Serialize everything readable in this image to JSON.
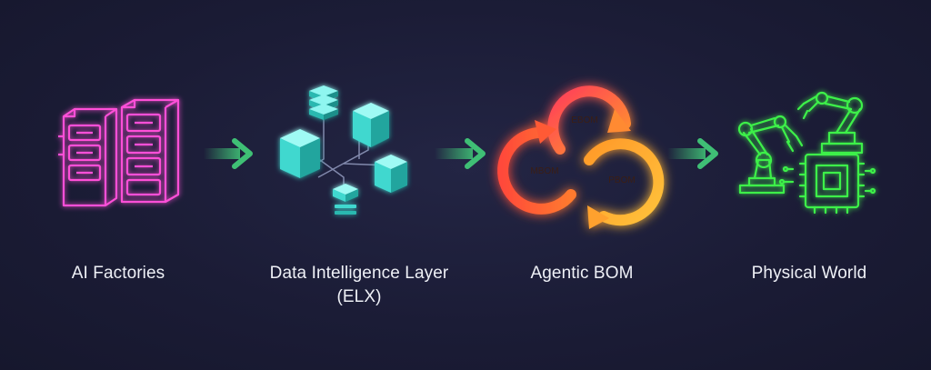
{
  "stages": [
    {
      "label": "AI Factories",
      "icon": "server-rack-icon",
      "color": "#ff4fd8"
    },
    {
      "label": "Data Intelligence Layer (ELX)",
      "label_line1": "Data Intelligence Layer",
      "label_line2": "(ELX)",
      "icon": "data-cubes-icon",
      "color": "#34e0d6"
    },
    {
      "label": "Agentic BOM",
      "icon": "bom-cycle-icon",
      "color": "#ff6a3d"
    },
    {
      "label": "Physical World",
      "icon": "robot-arm-chip-icon",
      "color": "#3ef04a"
    }
  ],
  "bom_cycle": {
    "items": [
      "EBOM",
      "MBOM",
      "PBOM"
    ]
  },
  "colors": {
    "background": "#1b1c36",
    "arrow": "#3fbf75",
    "label": "#eef0f6"
  }
}
